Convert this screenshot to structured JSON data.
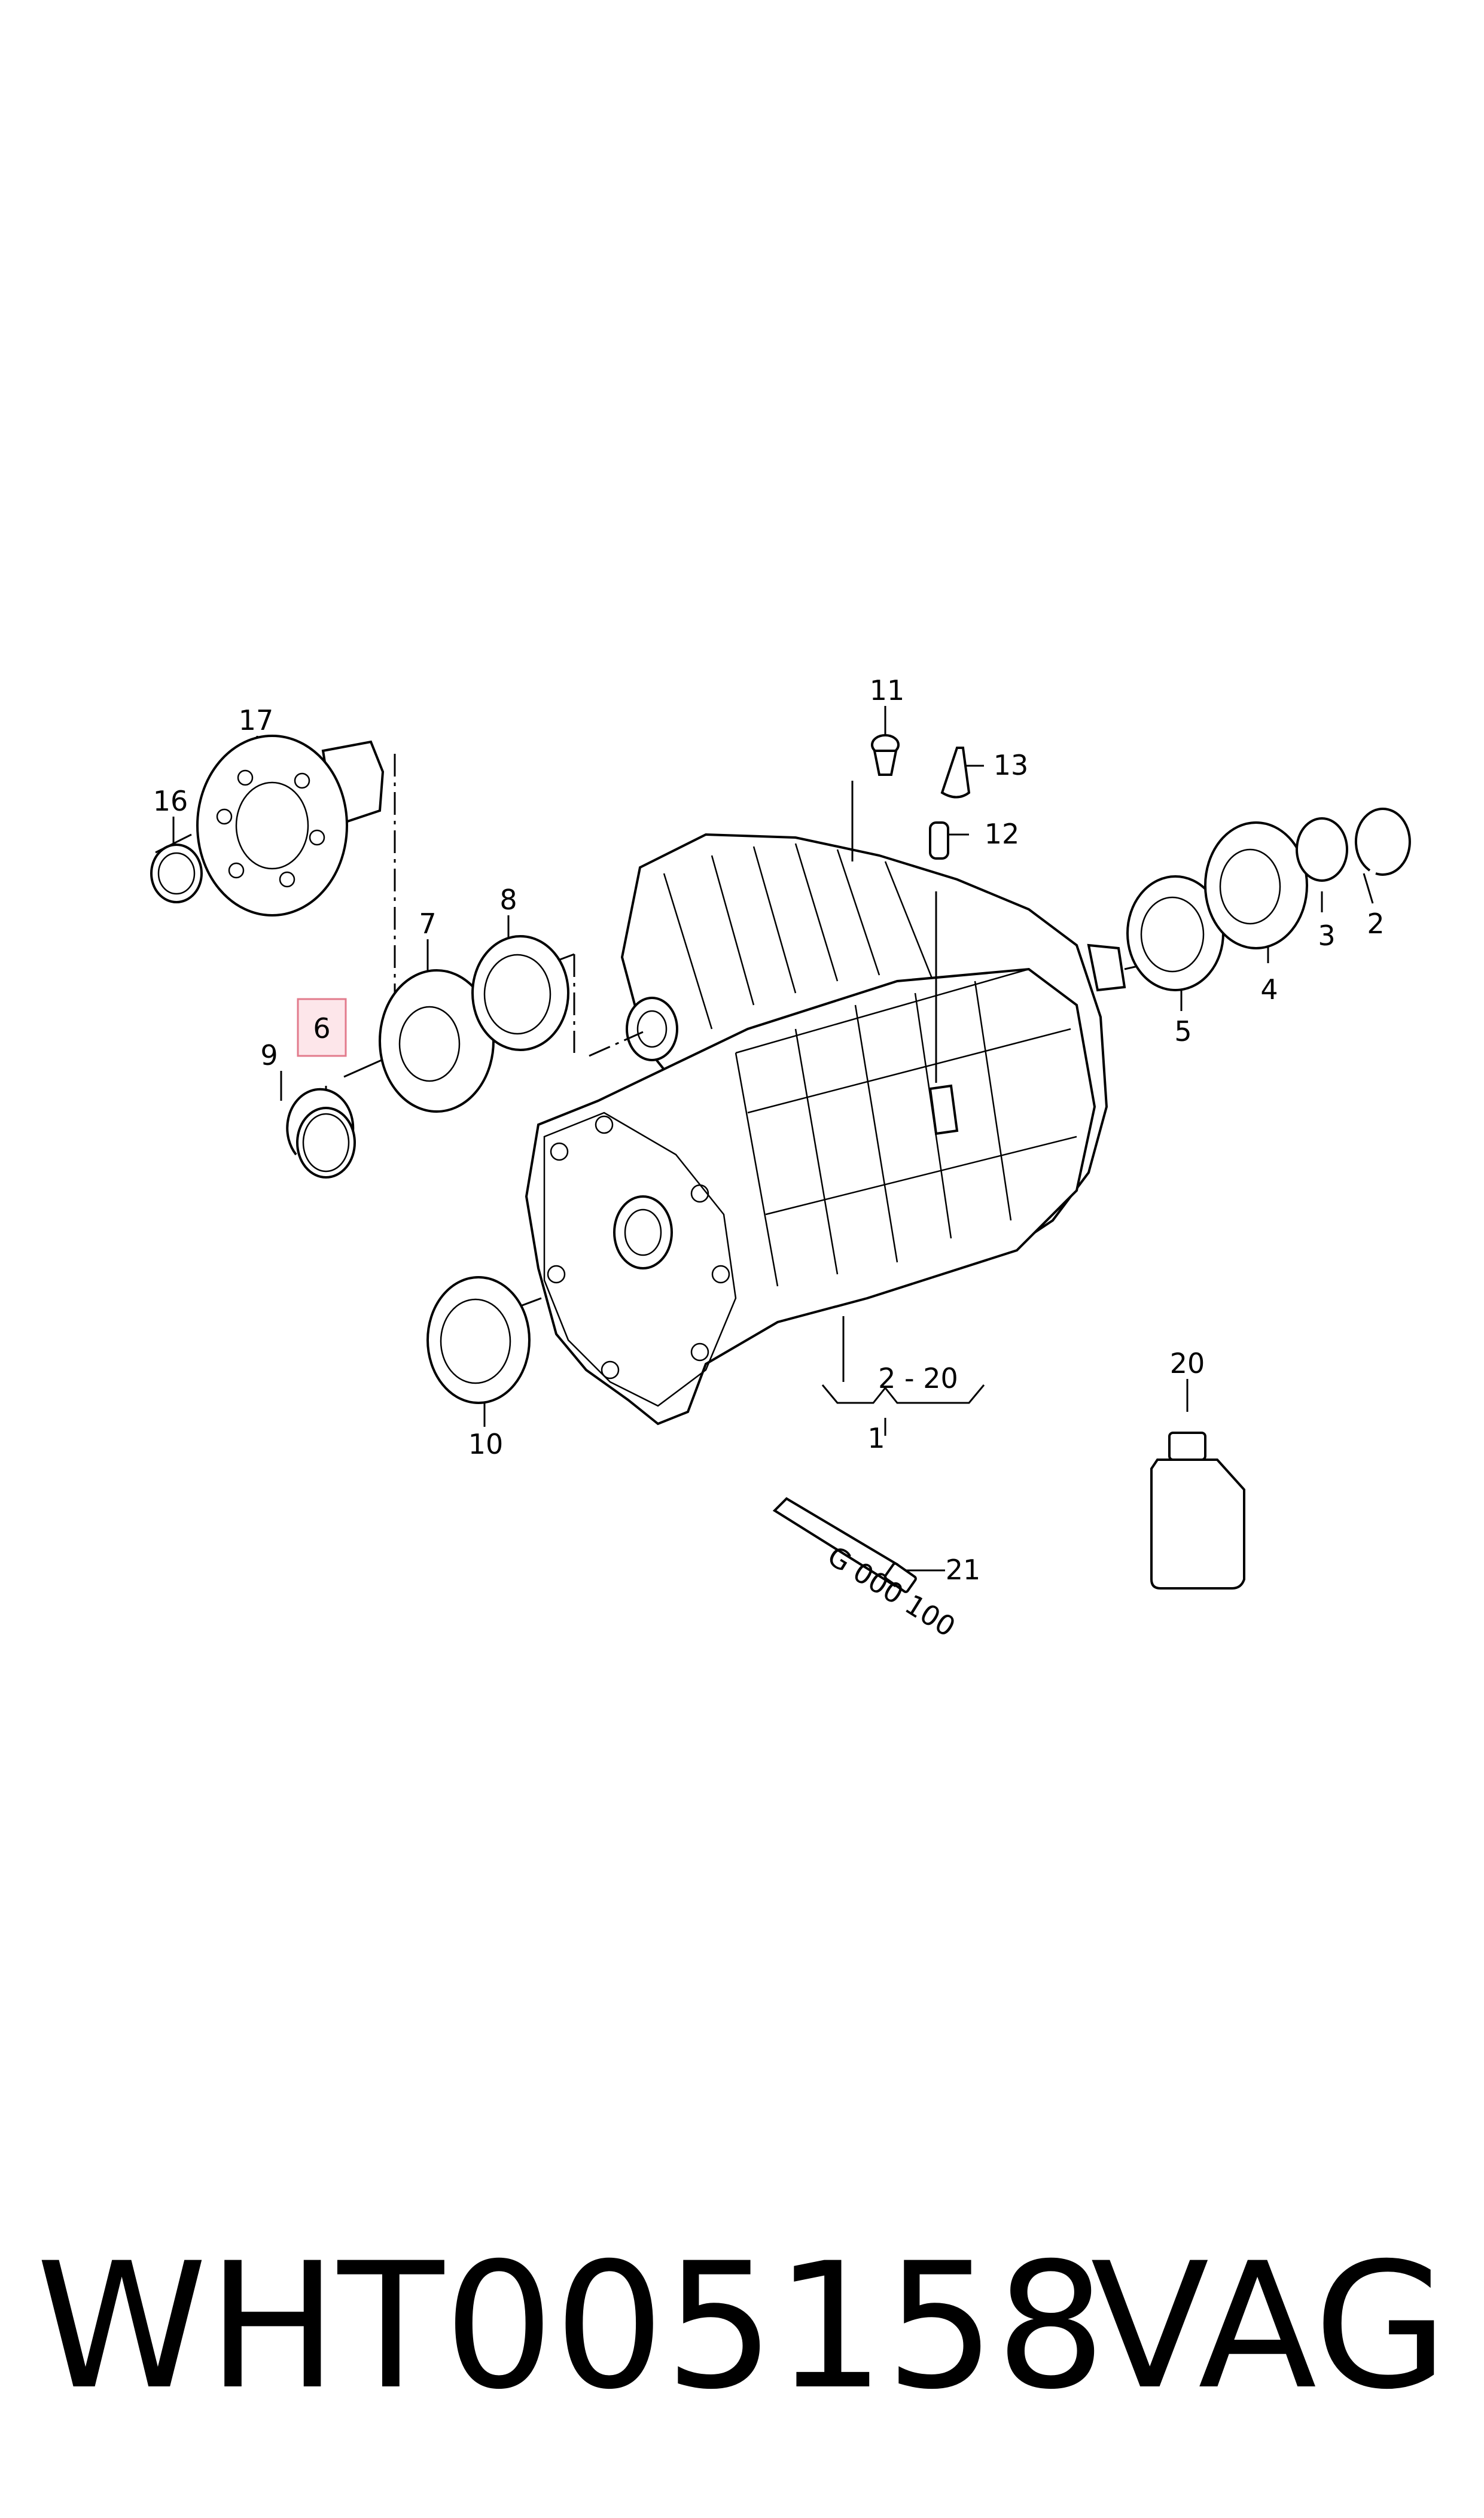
{
  "diagram": {
    "callouts": [
      "1",
      "2",
      "2 - 20",
      "3",
      "4",
      "5",
      "6",
      "7",
      "8",
      "9",
      "10",
      "11",
      "12",
      "13",
      "16",
      "17",
      "20",
      "21"
    ],
    "highlighted_callout": "6",
    "tube_text": "G 000 100"
  },
  "footer": {
    "part_number": "WHT005158",
    "brand": "VAG"
  },
  "colors": {
    "highlight_fill": "#fde6ea",
    "highlight_border": "#e27b8c"
  }
}
